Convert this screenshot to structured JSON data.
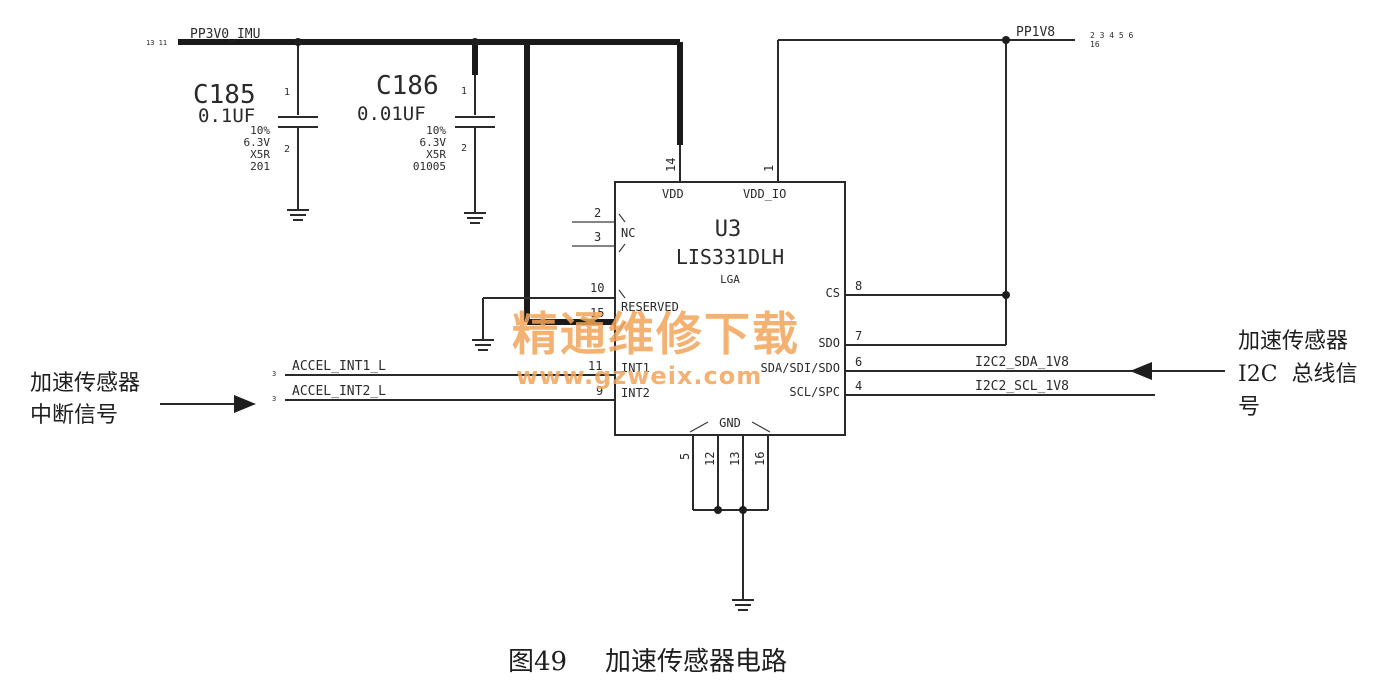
{
  "nets": {
    "pp3v0": "PP3V0_IMU",
    "pp3v0_pins": "13 11",
    "pp1v8": "PP1V8",
    "pp1v8_pins_row1": "2 3 4 5 6",
    "pp1v8_pins_row2": "16",
    "accel_int1": "ACCEL_INT1_L",
    "accel_int2": "ACCEL_INT2_L",
    "accel_int_pin_mark": "3",
    "i2c_sda": "I2C2_SDA_1V8",
    "i2c_scl": "I2C2_SCL_1V8"
  },
  "capacitors": [
    {
      "ref": "C185",
      "value": "0.1UF",
      "tol": "10%",
      "volt": "6.3V",
      "diel": "X5R",
      "pkg": "201",
      "pin1": "1",
      "pin2": "2"
    },
    {
      "ref": "C186",
      "value": "0.01UF",
      "tol": "10%",
      "volt": "6.3V",
      "diel": "X5R",
      "pkg": "01005",
      "pin1": "1",
      "pin2": "2"
    }
  ],
  "chip": {
    "ref": "U3",
    "part": "LIS331DLH",
    "package": "LGA",
    "pins": {
      "vdd": "VDD",
      "vdd_num": "14",
      "vdd_io": "VDD_IO",
      "vdd_io_num": "1",
      "nc": "NC",
      "nc_num_a": "2",
      "nc_num_b": "3",
      "reserved": "RESERVED",
      "reserved_num_a": "10",
      "reserved_num_b": "15",
      "int1": "INT1",
      "int1_num": "11",
      "int2": "INT2",
      "int2_num": "9",
      "cs": "CS",
      "cs_num": "8",
      "sdo": "SDO",
      "sdo_num": "7",
      "sda": "SDA/SDI/SDO",
      "sda_num": "6",
      "scl": "SCL/SPC",
      "scl_num": "4",
      "gnd": "GND",
      "gnd_num_a": "5",
      "gnd_num_b": "12",
      "gnd_num_c": "13",
      "gnd_num_d": "16"
    }
  },
  "annotations": {
    "left_line1": "加速传感器",
    "left_line2": "中断信号",
    "right_line1": "加速传感器",
    "right_line2": "I2C  总线信",
    "right_line3": "号"
  },
  "watermark": {
    "text": "精通维修下载",
    "url": "www.gzweix.com"
  },
  "caption": {
    "fig": "图49",
    "title": "加速传感器电路"
  }
}
